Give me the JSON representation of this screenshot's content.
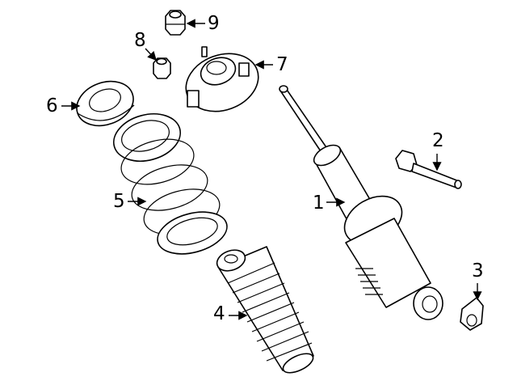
{
  "callouts": [
    {
      "number": "1",
      "part": "shock-absorber"
    },
    {
      "number": "2",
      "part": "bolt"
    },
    {
      "number": "3",
      "part": "nut"
    },
    {
      "number": "4",
      "part": "dust-boot"
    },
    {
      "number": "5",
      "part": "coil-spring"
    },
    {
      "number": "6",
      "part": "spring-seat"
    },
    {
      "number": "7",
      "part": "upper-mount"
    },
    {
      "number": "8",
      "part": "nut"
    },
    {
      "number": "9",
      "part": "nut"
    }
  ],
  "colors": {
    "line": "#000000",
    "background": "#ffffff"
  }
}
